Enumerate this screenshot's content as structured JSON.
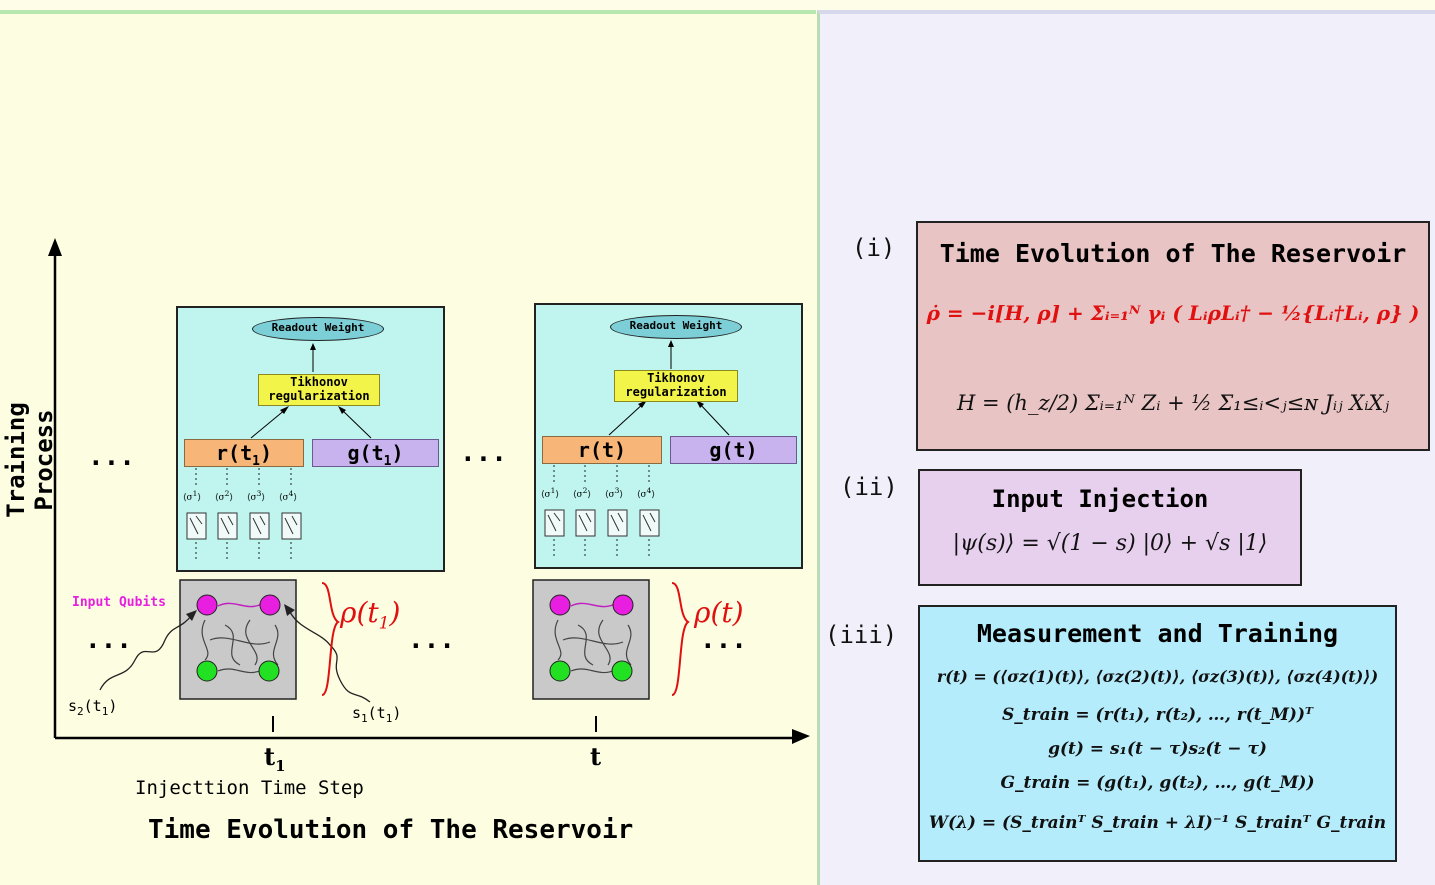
{
  "diagram": {
    "y_axis_label": "Training Process",
    "x_tick_1": "t",
    "x_tick_1_sub": "1",
    "x_tick_2": "t",
    "x_axis_label": "Injecttion Time Step",
    "bottom_title": "Time Evolution of The Reservoir",
    "ellipsis": "...",
    "readout": "Readout Weight",
    "tikhonov_1": "Tikhonov",
    "tikhonov_2": "regularization",
    "r_t1": "r(t",
    "r_t1_sub": "1",
    "g_t1": "g(t",
    "g_t1_sub": "1",
    "r_t": "r(t)",
    "g_t": "g(t)",
    "input_qubits": "Input Qubits",
    "s2_label": "s",
    "s2_sub": "2",
    "s2_arg": "(t",
    "s2_arg_sub": "1",
    "s1_label": "s",
    "s1_sub": "1",
    "s1_arg": "(t",
    "s1_arg_sub": "1",
    "rho_t1": "ρ(t",
    "rho_t1_sub": "1",
    "rho_t": "ρ(t)",
    "sigma_1": "⟨σ",
    "sigma_labels": [
      "1",
      "2",
      "3",
      "4"
    ]
  },
  "panels": {
    "i": {
      "label": "(i)",
      "title": "Time Evolution of The Reservoir",
      "eq1": "ρ̇ = −i[H, ρ] + Σᵢ₌₁ᴺ γᵢ ( LᵢρLᵢ† − ½{Lᵢ†Lᵢ, ρ} )",
      "eq2": "H = (h_z/2) Σᵢ₌₁ᴺ Zᵢ + ½ Σ₁≤ᵢ<ⱼ≤ɴ Jᵢⱼ XᵢXⱼ"
    },
    "ii": {
      "label": "(ii)",
      "title": "Input Injection",
      "eq": "|ψ(s)⟩ = √(1 − s) |0⟩ + √s |1⟩"
    },
    "iii": {
      "label": "(iii)",
      "title": "Measurement and Training",
      "eq1": "r(t) = (⟨σz(1)(t)⟩, ⟨σz(2)(t)⟩, ⟨σz(3)(t)⟩, ⟨σz(4)(t)⟩)",
      "eq2": "S_train = (r(t₁), r(t₂), …, r(t_M))ᵀ",
      "eq3": "g(t) = s₁(t − τ)s₂(t − τ)",
      "eq4": "G_train = (g(t₁), g(t₂), …, g(t_M))",
      "eq5": "W(λ) = (S_trainᵀ S_train + λI)⁻¹ S_trainᵀ G_train"
    }
  },
  "colors": {
    "left_bg": "#fdfde2",
    "right_bg": "#f1eff9",
    "panel_i": "#e8c4c4",
    "panel_ii": "#e6d0ee",
    "panel_iii": "#b5ecfb",
    "reservoir_box": "#bff5ee",
    "magenta": "#e81ee0",
    "green": "#22e022",
    "red": "#e01010"
  }
}
